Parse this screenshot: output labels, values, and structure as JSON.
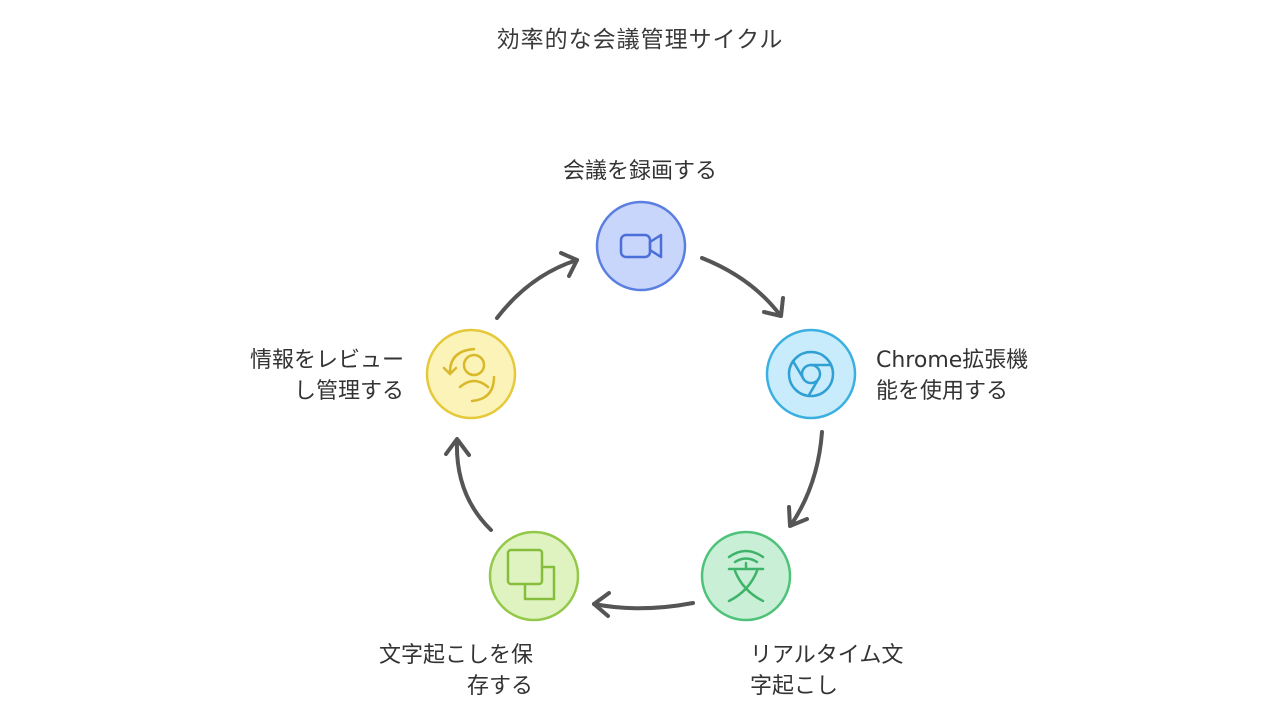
{
  "title": "効率的な会議管理サイクル",
  "colors": {
    "record": {
      "fill": "#c9d6fb",
      "stroke": "#5b7fe0"
    },
    "chrome": {
      "fill": "#c8ecfb",
      "stroke": "#3bb0e0"
    },
    "transcribe": {
      "fill": "#c9f0d6",
      "stroke": "#4fc27a"
    },
    "save": {
      "fill": "#dff3c0",
      "stroke": "#93c84a"
    },
    "review": {
      "fill": "#fcf3b8",
      "stroke": "#e5c93a"
    },
    "arrow": "#555555"
  },
  "steps": [
    {
      "id": "record",
      "icon": "video-camera-icon",
      "lines": [
        "会議を録画する"
      ]
    },
    {
      "id": "chrome",
      "icon": "chrome-icon",
      "lines": [
        "Chrome拡張機",
        "能を使用する"
      ]
    },
    {
      "id": "transcribe",
      "icon": "text-character-icon",
      "lines": [
        "リアルタイム文",
        "字起こし"
      ]
    },
    {
      "id": "save",
      "icon": "copy-documents-icon",
      "lines": [
        "文字起こしを保",
        "存する"
      ]
    },
    {
      "id": "review",
      "icon": "user-refresh-icon",
      "lines": [
        "情報をレビュー",
        "し管理する"
      ]
    }
  ]
}
